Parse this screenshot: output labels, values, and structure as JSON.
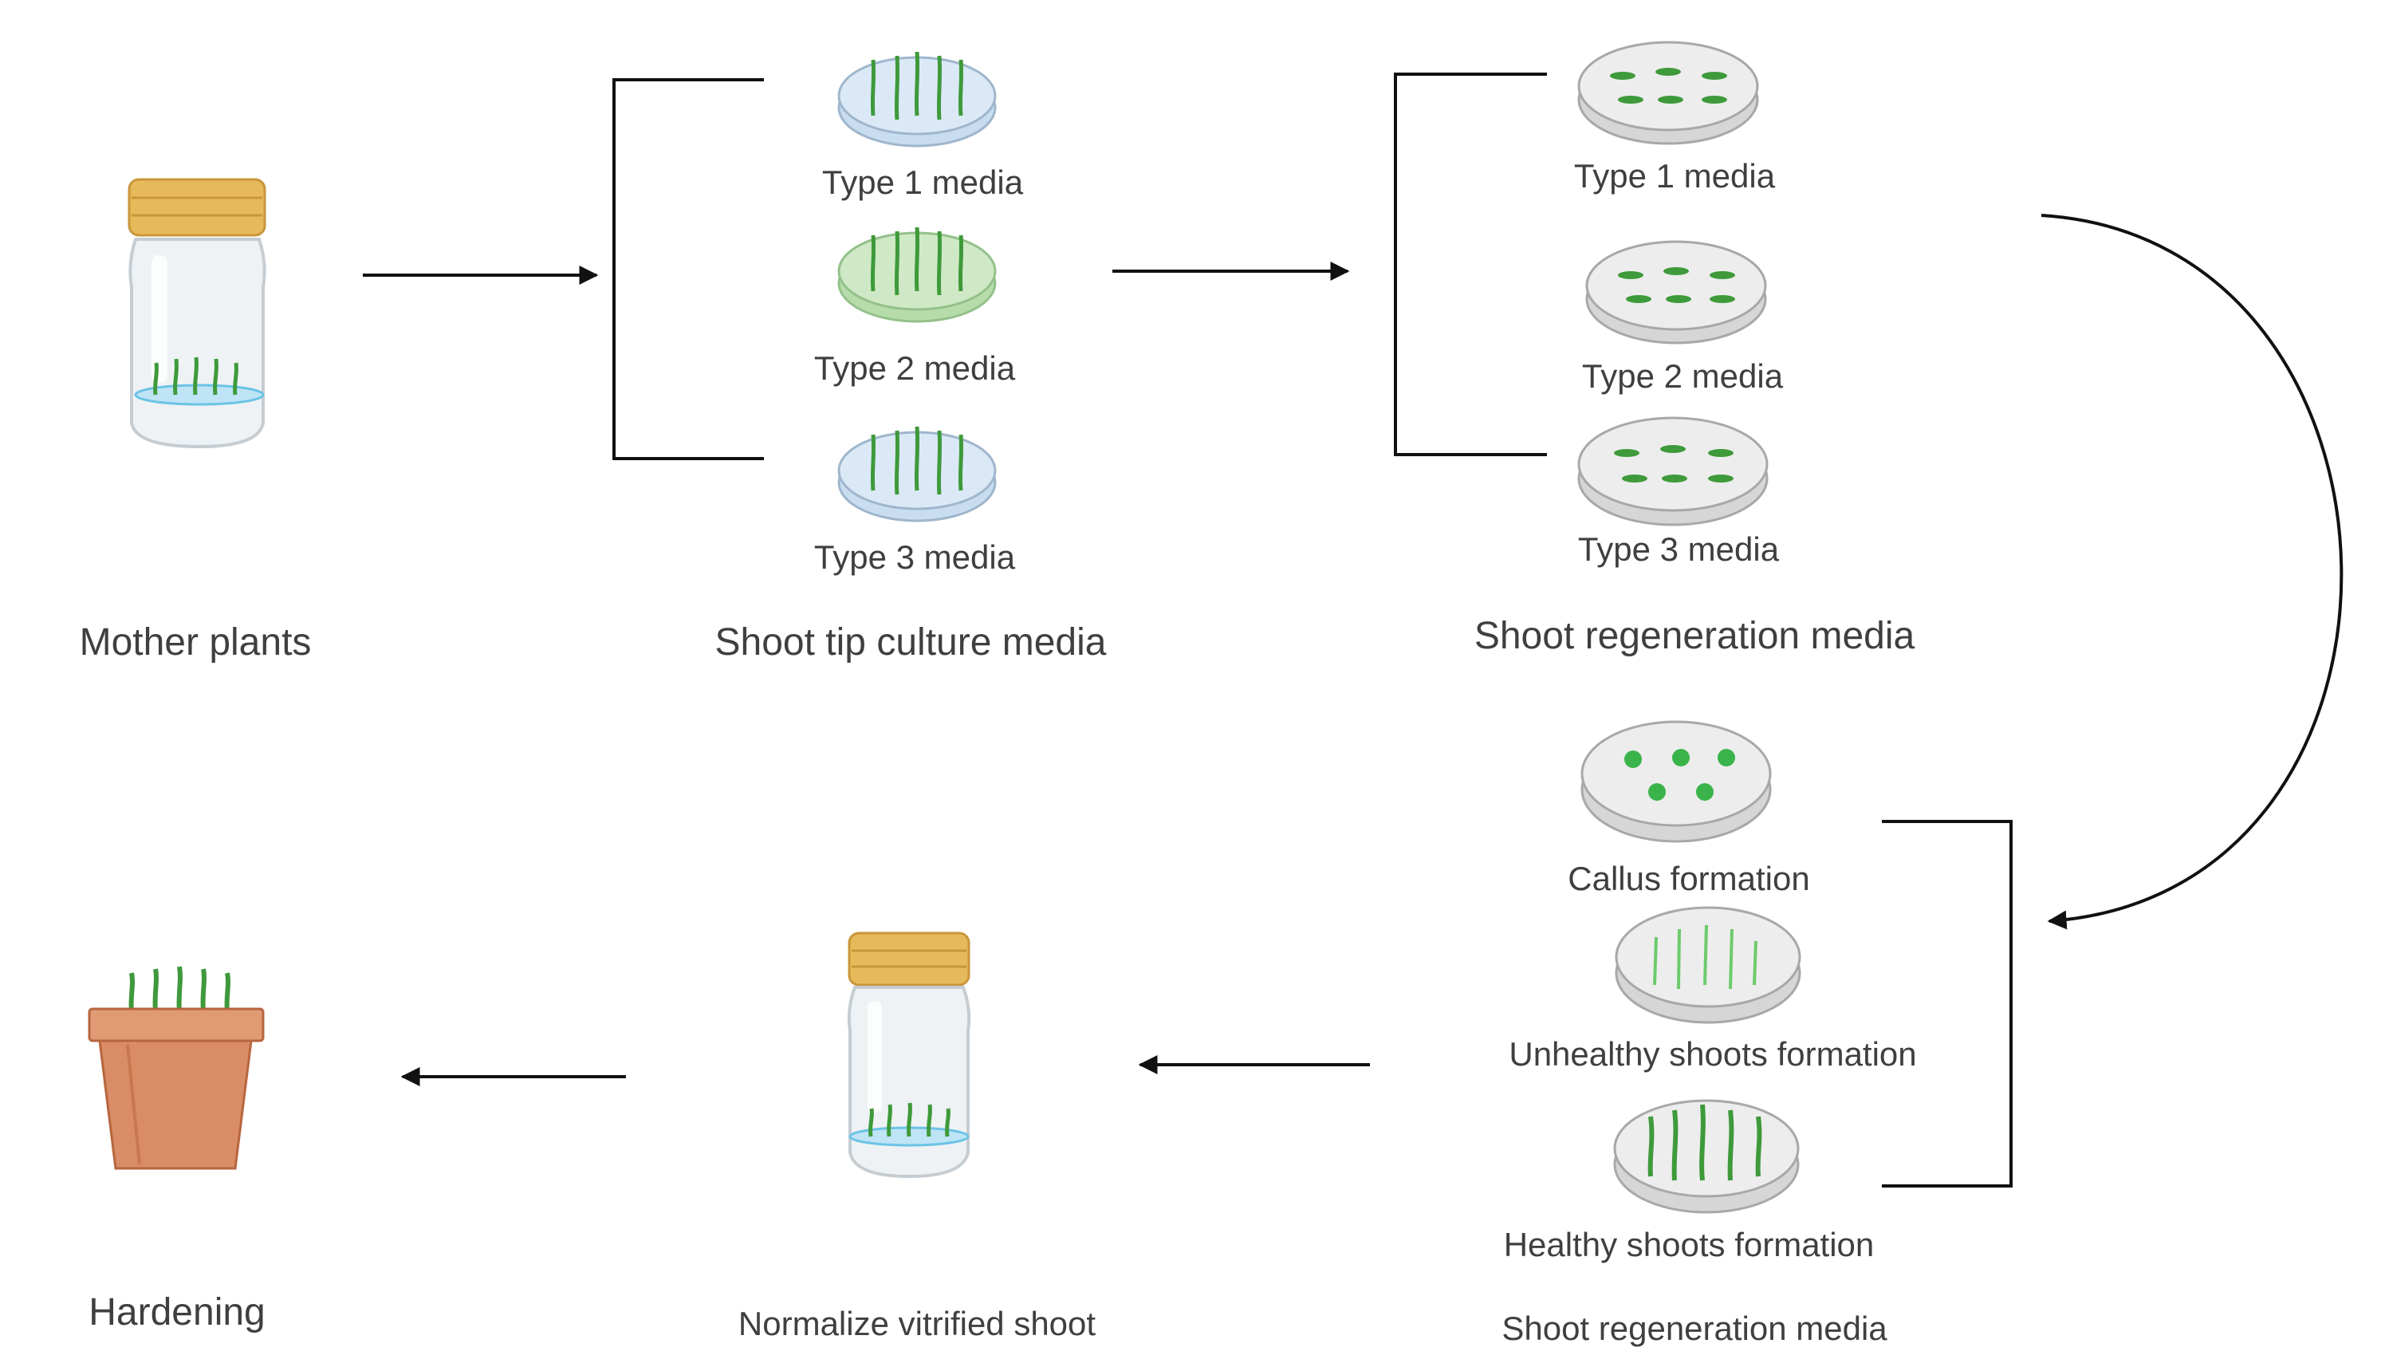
{
  "stages": {
    "mother_plants": "Mother plants",
    "shoot_tip_culture": {
      "title": "Shoot tip culture media",
      "items": [
        "Type 1 media",
        "Type 2 media",
        "Type 3 media"
      ]
    },
    "shoot_regeneration": {
      "title": "Shoot regeneration media",
      "items": [
        "Type 1 media",
        "Type 2 media",
        "Type 3 media"
      ]
    },
    "outcomes": {
      "title": "Shoot regeneration media",
      "items": [
        "Callus formation",
        "Unhealthy shoots formation",
        "Healthy shoots formation"
      ]
    },
    "normalize": "Normalize vitrified shoot",
    "hardening": "Hardening"
  },
  "colors": {
    "dish_blue": "#dbe9f7",
    "dish_green": "#cfe9c6",
    "dish_grey": "#ededed",
    "plant_green": "#3e9a3a",
    "lid_gold": "#e6b95b",
    "pot_terracotta": "#d98c66",
    "arrow": "#111111"
  }
}
